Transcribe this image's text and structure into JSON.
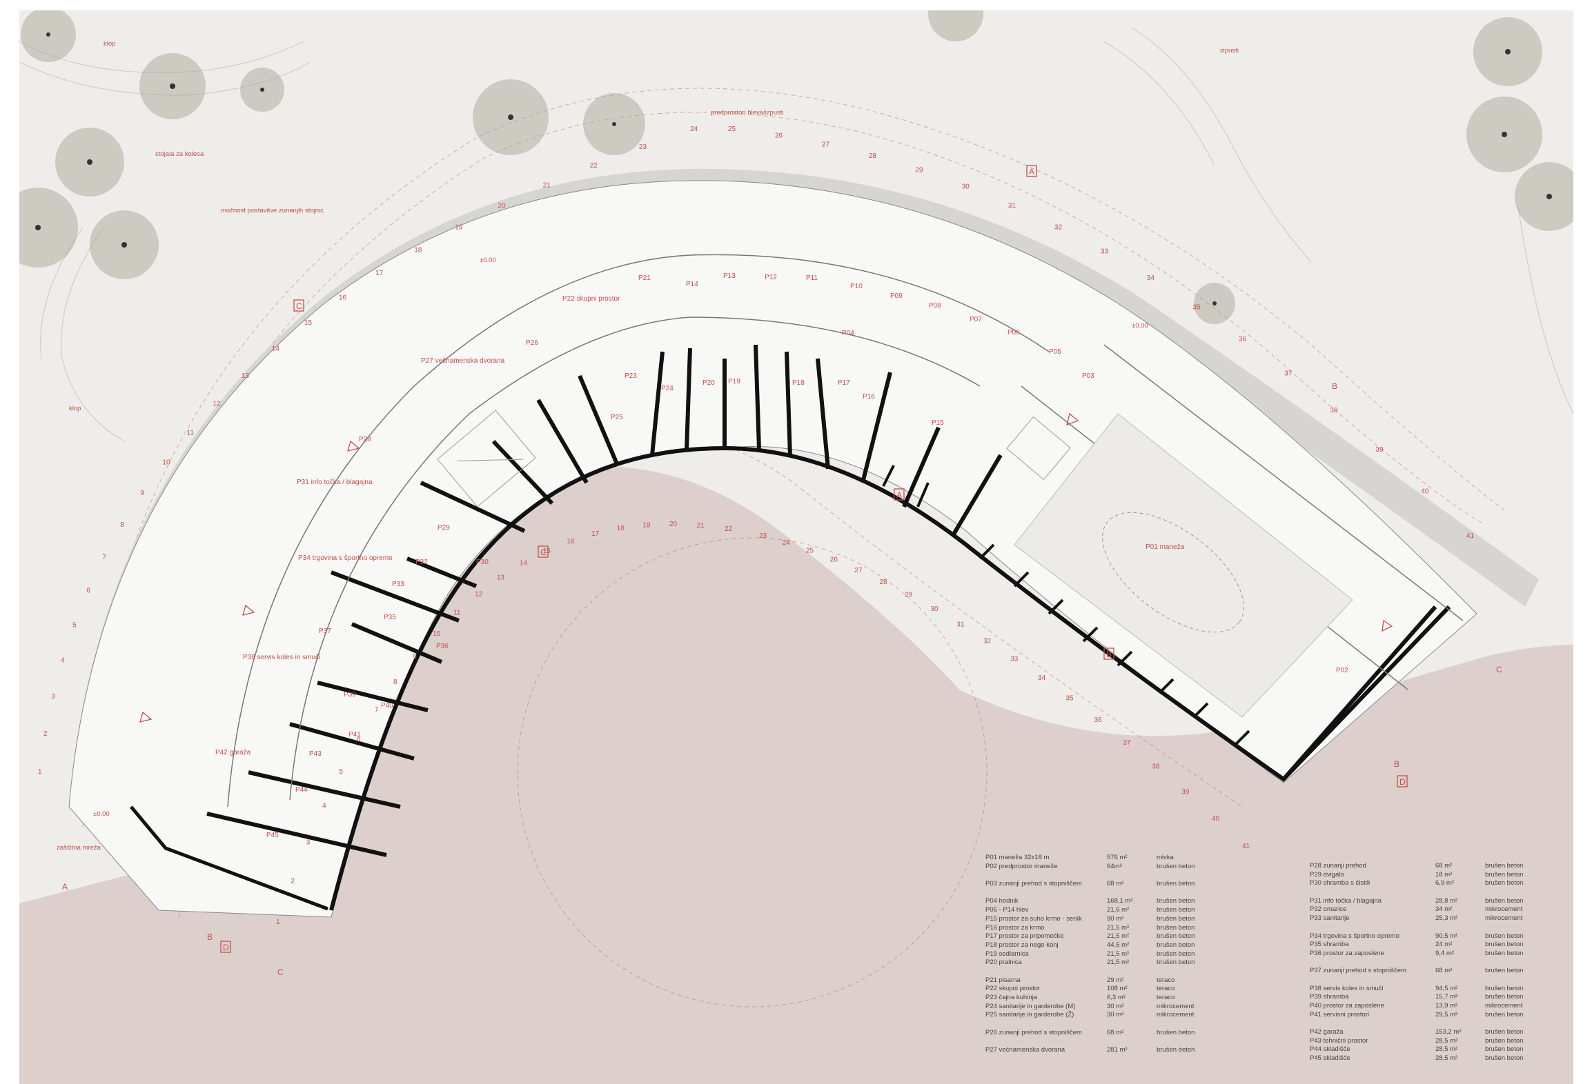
{
  "site_labels": {
    "klop_top": "klop",
    "klop_left": "klop",
    "stojala": "stojala za kolesa",
    "moznost": "možnost postavitve zunanjih stojnic",
    "predprostori": "predprostori hleva/izpusti",
    "izpusti": "izpusti",
    "zascitna": "zaščitna mreža",
    "level": "±0.00"
  },
  "rooms": {
    "P01": "P01 maneža",
    "P02": "P02",
    "P03": "P03",
    "P04": "P04",
    "P05": "P05",
    "P06": "P06",
    "P07": "P07",
    "P08": "P08",
    "P09": "P09",
    "P10": "P10",
    "P11": "P11",
    "P12": "P12",
    "P13": "P13",
    "P14": "P14",
    "P15": "P15",
    "P16": "P16",
    "P17": "P17",
    "P18": "P18",
    "P19": "P19",
    "P20": "P20",
    "P21": "P21",
    "P22": "P22 skupni prostor",
    "P23": "P23",
    "P24": "P24",
    "P25": "P25",
    "P26": "P26",
    "P27": "P27 večnamenska dvorana",
    "P28": "P28",
    "P29": "P29",
    "P30": "P30",
    "P31": "P31 info točka / blagajna",
    "P32": "P32",
    "P33": "P33",
    "P34": "P34 trgovina s športno opremo",
    "P35": "P35",
    "P36": "P36",
    "P37": "P37",
    "P38": "P38 servis koles in smuči",
    "P39": "P39",
    "P40": "P40",
    "P41": "P41",
    "P42": "P42 garaža",
    "P43": "P43",
    "P44": "P44",
    "P45": "P45"
  },
  "sections": {
    "A": "A",
    "B": "B",
    "C": "C",
    "D": "D"
  },
  "grid_numbers": [
    "1",
    "2",
    "3",
    "4",
    "5",
    "6",
    "7",
    "8",
    "9",
    "10",
    "11",
    "12",
    "13",
    "14",
    "15",
    "16",
    "17",
    "18",
    "19",
    "20",
    "21",
    "22",
    "23",
    "24",
    "25",
    "26",
    "27",
    "28",
    "29",
    "30",
    "31",
    "32",
    "33",
    "34",
    "35",
    "36",
    "37",
    "38",
    "39",
    "40",
    "41"
  ],
  "legend": {
    "col1": [
      {
        "name": "P01 maneža 32x18 m",
        "area": "576 m²",
        "material": "mivka"
      },
      {
        "name": "P02 predprostor maneže",
        "area": "64m²",
        "material": "brušen beton"
      },
      null,
      {
        "name": "P03 zunanji prehod s stopniščem",
        "area": "68 m²",
        "material": "brušen beton"
      },
      null,
      {
        "name": "P04 hodnik",
        "area": "168,1 m²",
        "material": "brušen beton"
      },
      {
        "name": "P05 - P14 hlev",
        "area": "21,6 m²",
        "material": "brušen beton"
      },
      {
        "name": "P15 prostor za suho krmo - seník",
        "area": "90 m²",
        "material": "brušen beton"
      },
      {
        "name": "P16 prostor za krmo",
        "area": "21,5 m²",
        "material": "brušen beton"
      },
      {
        "name": "P17 prostor za pripomočke",
        "area": "21,5 m²",
        "material": "brušen beton"
      },
      {
        "name": "P18 prostor za nego konj",
        "area": "44,5 m²",
        "material": "brušen beton"
      },
      {
        "name": "P19 sedlarnica",
        "area": "21,5 m²",
        "material": "brušen beton"
      },
      {
        "name": "P20 pralnica",
        "area": "21,5 m²",
        "material": "brušen beton"
      },
      null,
      {
        "name": "P21 pisarna",
        "area": "29 m²",
        "material": "teraco"
      },
      {
        "name": "P22 skupni prostor",
        "area": "108 m²",
        "material": "teraco"
      },
      {
        "name": "P23 čajna kuhinja",
        "area": "6,3 m²",
        "material": "teraco"
      },
      {
        "name": "P24 sanitarije in garderobe (M)",
        "area": "30 m²",
        "material": "mikrocement"
      },
      {
        "name": "P25 sanitarije in garderobe (Ž)",
        "area": "30 m²",
        "material": "mikrocement"
      },
      null,
      {
        "name": "P26 zunanji prehod s stopniščem",
        "area": "68 m²",
        "material": "brušen beton"
      },
      null,
      {
        "name": "P27 večnamenska dvorana",
        "area": "281 m²",
        "material": "brušen beton"
      }
    ],
    "col2": [
      {
        "name": "P28 zunanji prehod",
        "area": "68 m²",
        "material": "brušen beton"
      },
      {
        "name": "P29 dvigalo",
        "area": "18 m²",
        "material": "brušen beton"
      },
      {
        "name": "P30 shramba s čistili",
        "area": "6,9 m²",
        "material": "brušen beton"
      },
      null,
      {
        "name": "P31 info točka / blagajna",
        "area": "28,8 m²",
        "material": "brušen beton"
      },
      {
        "name": "P32 omarice",
        "area": "34 m²",
        "material": "mikrocement"
      },
      {
        "name": "P33 sanitarije",
        "area": "25,3 m²",
        "material": "mikrocement"
      },
      null,
      {
        "name": "P34 trgovina s športno opremo",
        "area": "90,5 m²",
        "material": "brušen beton"
      },
      {
        "name": "P35 shramba",
        "area": "24 m²",
        "material": "brušen beton"
      },
      {
        "name": "P36 prostor za zaposlene",
        "area": "9,4 m²",
        "material": "brušen beton"
      },
      null,
      {
        "name": "P37 zunanji prehod s stopniščem",
        "area": "68 m²",
        "material": "brušen beton"
      },
      null,
      {
        "name": "P38 servis koles in smuči",
        "area": "94,5 m²",
        "material": "brušen beton"
      },
      {
        "name": "P39 shramba",
        "area": "15,7 m²",
        "material": "brušen beton"
      },
      {
        "name": "P40 prostor za zaposlene",
        "area": "13,9 m²",
        "material": "mikrocement"
      },
      {
        "name": "P41 servisni prostori",
        "area": "29,5 m²",
        "material": "brušen beton"
      },
      null,
      {
        "name": "P42 garaža",
        "area": "153,2 m²",
        "material": "brušen beton"
      },
      {
        "name": "P43 tehnični prostor",
        "area": "28,5 m²",
        "material": "brušen beton"
      },
      {
        "name": "P44 skladišče",
        "area": "28,5 m²",
        "material": "brušen beton"
      },
      {
        "name": "P45 skladišče",
        "area": "28,5 m²",
        "material": "brušen beton"
      }
    ]
  },
  "colors": {
    "background": "#eeede9",
    "courtyard": "#ddcfcc",
    "building_fill": "#f8f8f6",
    "wall": "#111111",
    "annotation": "#c0504d",
    "tree": "#a9a89a"
  }
}
